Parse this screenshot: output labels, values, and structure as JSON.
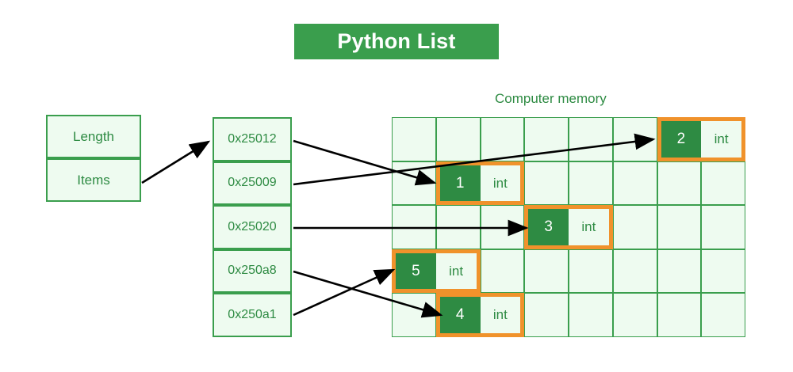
{
  "title": {
    "text": "Python List",
    "background": "#3a9e4d",
    "color": "#ffffff"
  },
  "colors": {
    "green_dark": "#2e8b43",
    "green_border": "#3a9e4d",
    "green_light_fill": "#eefbf0",
    "orange_highlight": "#f0922b",
    "arrow": "#000000",
    "white": "#ffffff"
  },
  "list_header": {
    "rows": [
      {
        "label": "Length"
      },
      {
        "label": "Items"
      }
    ]
  },
  "address_column": {
    "rows": [
      {
        "address": "0x25012"
      },
      {
        "address": "0x25009"
      },
      {
        "address": "0x25020"
      },
      {
        "address": "0x250a8"
      },
      {
        "address": "0x250a1"
      }
    ]
  },
  "memory": {
    "label": "Computer memory",
    "grid": {
      "columns": 8,
      "rows": 5
    },
    "blocks": [
      {
        "value": "2",
        "type": "int",
        "row": 1,
        "col": 7
      },
      {
        "value": "1",
        "type": "int",
        "row": 2,
        "col": 2
      },
      {
        "value": "3",
        "type": "int",
        "row": 3,
        "col": 4
      },
      {
        "value": "5",
        "type": "int",
        "row": 4,
        "col": 1
      },
      {
        "value": "4",
        "type": "int",
        "row": 5,
        "col": 2
      }
    ]
  },
  "arrows": [
    {
      "from": "items-row",
      "to": "address-row-0x25012"
    },
    {
      "from": "address-row-0x25012",
      "to": "memory-block-1"
    },
    {
      "from": "address-row-0x25009",
      "to": "memory-block-2"
    },
    {
      "from": "address-row-0x25020",
      "to": "memory-block-3"
    },
    {
      "from": "address-row-0x250a8",
      "to": "memory-block-4"
    },
    {
      "from": "address-row-0x250a1",
      "to": "memory-block-5"
    }
  ]
}
